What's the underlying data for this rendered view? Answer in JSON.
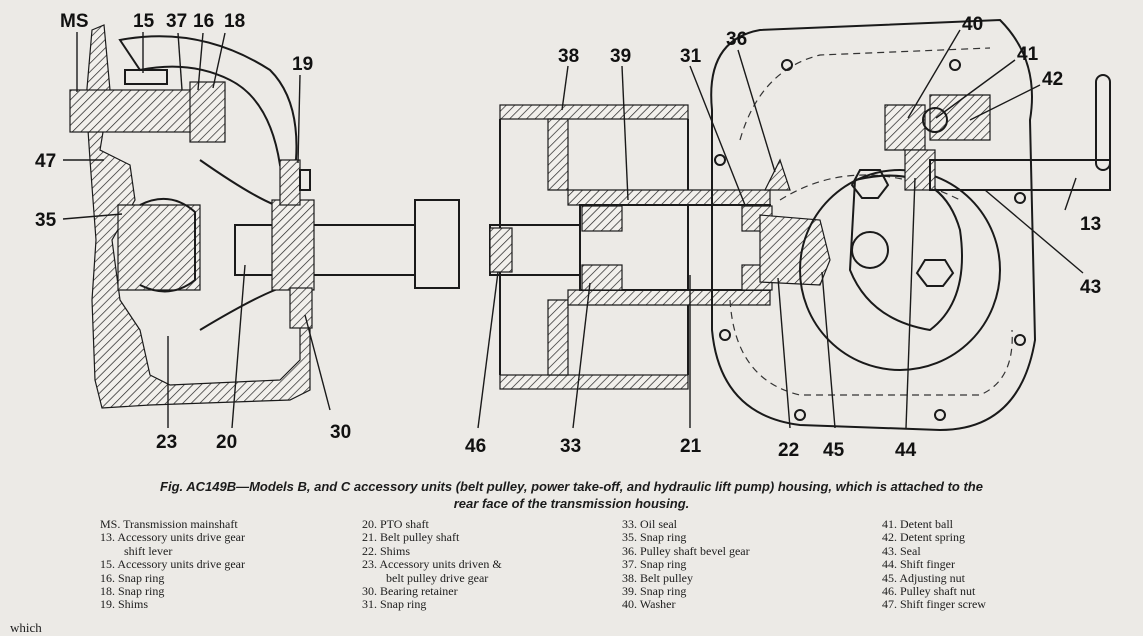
{
  "figure": {
    "callouts": {
      "ms": "MS",
      "c15": "15",
      "c37": "37",
      "c16": "16",
      "c18": "18",
      "c19": "19",
      "c47": "47",
      "c35": "35",
      "c23": "23",
      "c20": "20",
      "c30": "30",
      "c38": "38",
      "c39": "39",
      "c31": "31",
      "c36": "36",
      "c46": "46",
      "c33": "33",
      "c21": "21",
      "c22": "22",
      "c45": "45",
      "c44": "44",
      "c40": "40",
      "c41": "41",
      "c42": "42",
      "c13": "13",
      "c43": "43"
    },
    "caption_line1": "Fig. AC149B—Models B, and C accessory units (belt pulley, power take-off, and hydraulic lift pump) housing, which is attached to the",
    "caption_line2": "rear face of the transmission housing."
  },
  "legend": {
    "col1": [
      "MS. Transmission mainshaft",
      "13. Accessory units drive gear",
      "shift lever",
      "15. Accessory units drive gear",
      "16. Snap ring",
      "18. Snap ring",
      "19. Shims"
    ],
    "col2": [
      "20. PTO shaft",
      "21. Belt pulley shaft",
      "22. Shims",
      "23. Accessory units driven &",
      "belt pulley drive gear",
      "30. Bearing retainer",
      "31. Snap ring"
    ],
    "col3": [
      "33. Oil seal",
      "35. Snap ring",
      "36. Pulley shaft bevel gear",
      "37. Snap ring",
      "38. Belt pulley",
      "39. Snap ring",
      "40. Washer"
    ],
    "col4": [
      "41. Detent ball",
      "42. Detent spring",
      "43. Seal",
      "44. Shift finger",
      "45. Adjusting nut",
      "46. Pulley shaft nut",
      "47. Shift finger screw"
    ]
  },
  "footer_text": "which"
}
